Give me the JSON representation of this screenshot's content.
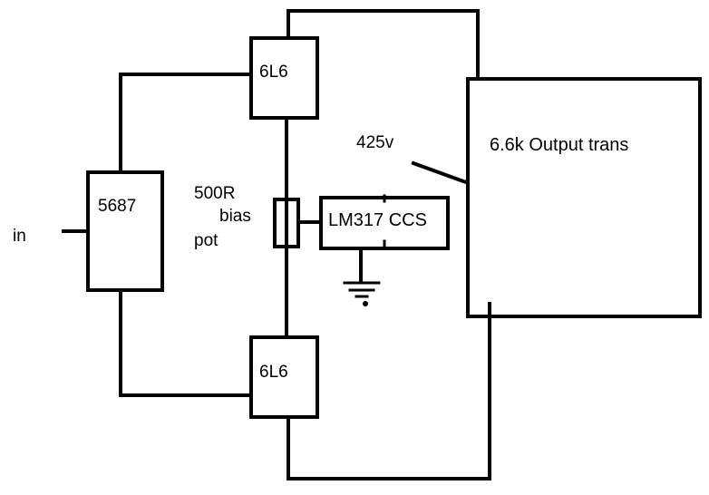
{
  "diagram": {
    "labels": {
      "input": "in",
      "driver_tube": "5687",
      "upper_tube": "6L6",
      "lower_tube": "6L6",
      "pot_value": "500R",
      "pot_word1": "bias",
      "pot_word2": "pot",
      "ccs": "LM317 CCS",
      "voltage": "425v",
      "transformer": "6.6k Output trans"
    },
    "colors": {
      "line": "#000000",
      "background": "#ffffff"
    }
  }
}
